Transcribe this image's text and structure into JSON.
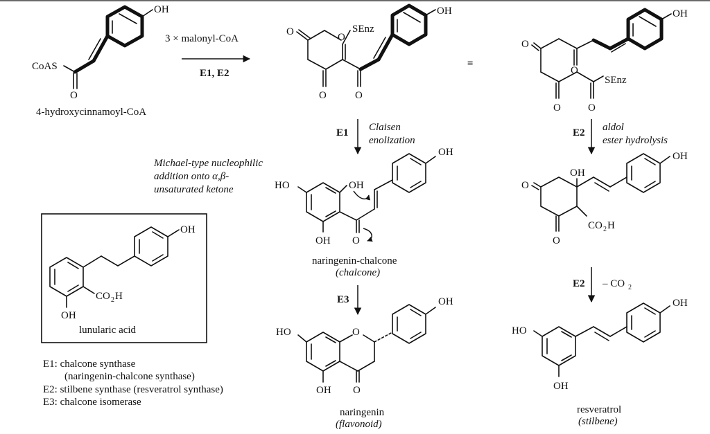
{
  "reaction": {
    "reagent": "3 × malonyl-CoA",
    "enzymes_step1": "E1, E2",
    "equivalence": "≡",
    "e1": "E1",
    "e1_label_line1": "Claisen",
    "e1_label_line2": "enolization",
    "e2": "E2",
    "e2_label_line1": "aldol",
    "e2_label_line2": "ester hydrolysis",
    "e2b": "E2",
    "decarboxylation": "– CO",
    "e3": "E3",
    "michael_line1": "Michael-type nucleophilic",
    "michael_line2": "addition onto α,β-",
    "michael_line3": "unsaturated ketone"
  },
  "atoms": {
    "oh": "OH",
    "ho": "HO",
    "o": "O",
    "coas": "CoAS",
    "senz": "SEnz",
    "co2h": "CO",
    "h": "H",
    "sub2": "2"
  },
  "compounds": {
    "start": "4-hydroxycinnamoyl-CoA",
    "chalcone": "naringenin-chalcone",
    "chalcone_class": "(chalcone)",
    "flavanone": "naringenin",
    "flavanone_class": "(flavonoid)",
    "stilbene": "resveratrol",
    "stilbene_class": "(stilbene)",
    "lunularic": "lunularic acid"
  },
  "legend": [
    "E1:  chalcone synthase",
    "(naringenin-chalcone synthase)",
    "E2:  stilbene synthase (resveratrol synthase)",
    "E3:  chalcone isomerase"
  ]
}
